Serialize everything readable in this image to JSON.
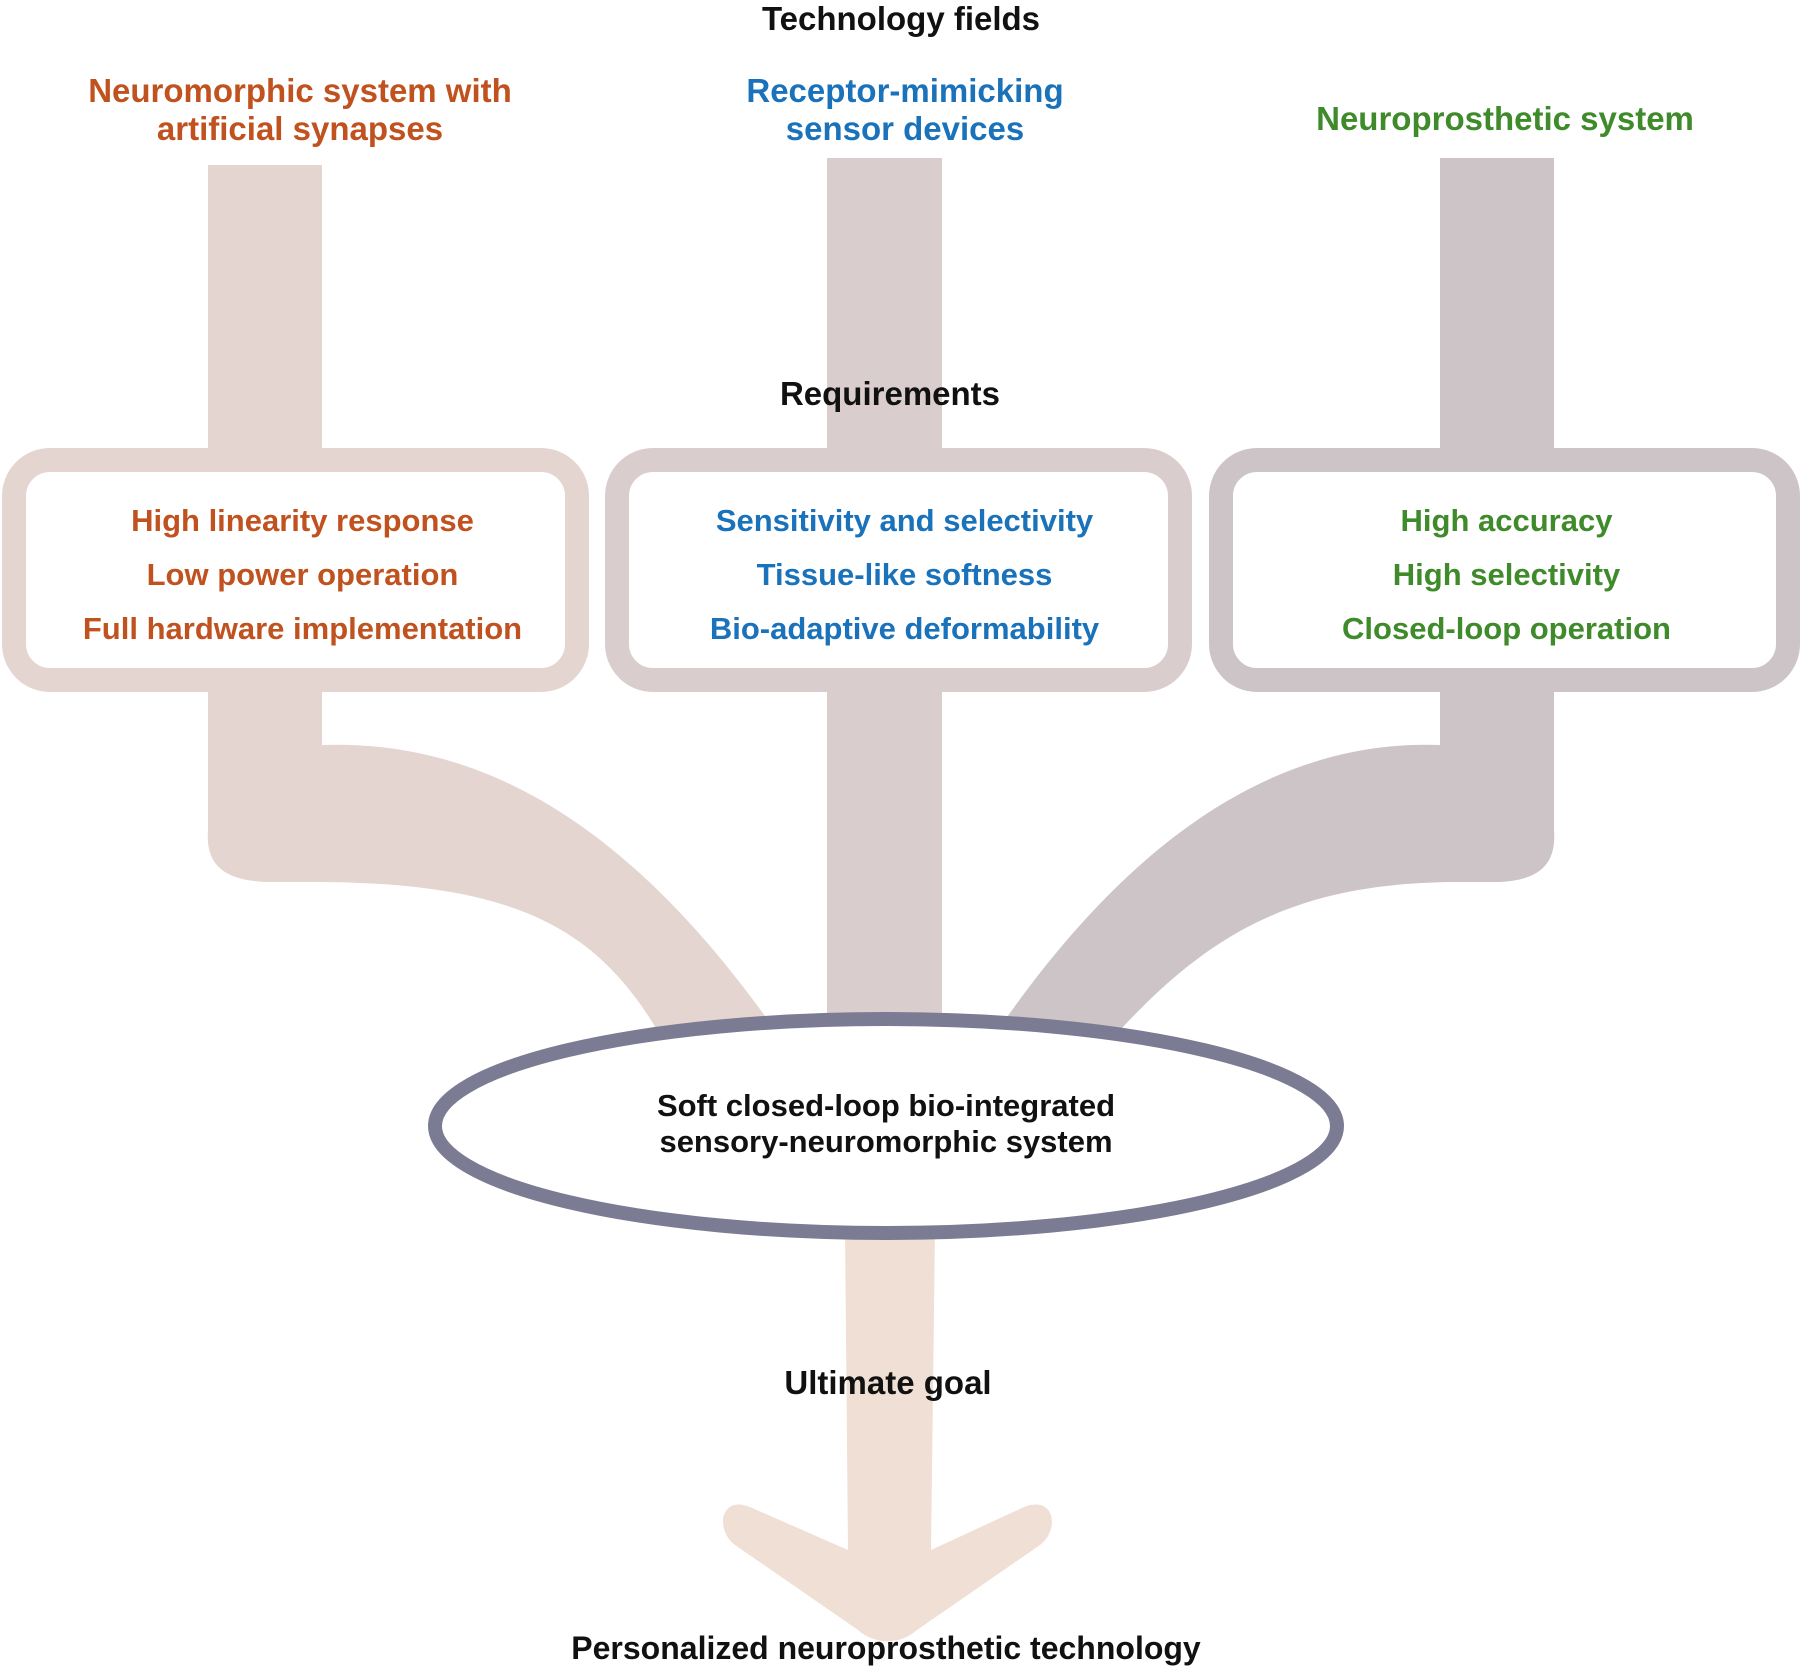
{
  "headings": {
    "technology_fields": "Technology fields",
    "requirements": "Requirements",
    "ultimate_goal": "Ultimate goal"
  },
  "fields": [
    {
      "title": "Neuromorphic system with\nartificial synapses",
      "color": "#c0521f",
      "stream_color": "#e4d5d1",
      "requirements": [
        "High linearity response",
        "Low power operation",
        "Full hardware implementation"
      ]
    },
    {
      "title": "Receptor-mimicking\nsensor devices",
      "color": "#1a72ba",
      "stream_color": "#dacdcd",
      "requirements": [
        "Sensitivity and selectivity",
        "Tissue-like softness",
        "Bio-adaptive deformability"
      ]
    },
    {
      "title": "Neuroprosthetic system",
      "color": "#3f8a2a",
      "stream_color": "#cdc4c8",
      "requirements": [
        "High accuracy",
        "High selectivity",
        "Closed-loop operation"
      ]
    }
  ],
  "center": {
    "label": "Soft closed-loop bio-integrated\nsensory-neuromorphic system",
    "outline_color": "#7c7b94"
  },
  "goal": {
    "label": "Personalized neuroprosthetic technology",
    "arrow_color": "#f0dfd4"
  }
}
